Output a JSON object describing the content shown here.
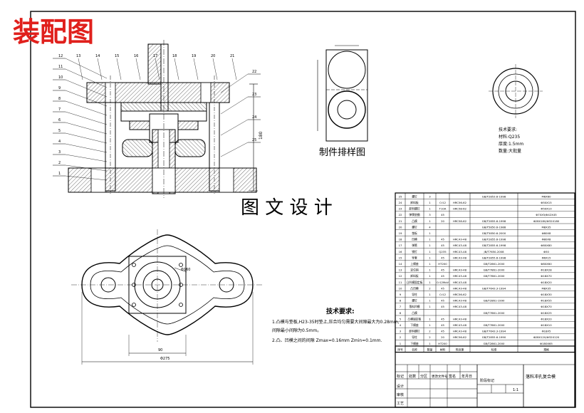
{
  "banner_title": "装配图",
  "center_caption": "图 文 设 计",
  "layout_caption": "制件排样图",
  "part_notes": [
    "技术要求:",
    "材料:Q235",
    "厚度:1.5mm",
    "数量:大批量"
  ],
  "tech_requirements": {
    "title": "技术要求:",
    "lines": [
      "1.凸模与垫板,H23-35时垫上,压合均匀需要大间隙最大为0.28mm,",
      "间隙最小间隙为0.5mm。",
      "2.凸、凹模之间的间隙 Zmax=0.16mm Zmin=0.1mm."
    ]
  },
  "bom_rows": [
    [
      "25",
      "螺钉",
      "3",
      "",
      "",
      "GB/T2853.6-1998",
      "M6X60"
    ],
    [
      "24",
      "卸料板",
      "1",
      "Cr12",
      "HRC56-62",
      "",
      "Φ50X15"
    ],
    [
      "23",
      "卸料螺钉",
      "1",
      "T10A",
      "HRC58-62",
      "",
      "Φ50X10"
    ],
    [
      "22",
      "弹簧垫圈",
      "3",
      "45",
      "",
      "",
      "Φ70X5/Φ42X45"
    ],
    [
      "21",
      "凸模",
      "1",
      "20",
      "HRC58-62",
      "GB/T2855.6-1998",
      "Φ28X180/Φ32X180"
    ],
    [
      "20",
      "螺钉",
      "4",
      "",
      "",
      "GB/T5850.6-1988",
      "M8X35"
    ],
    [
      "19",
      "垫板",
      "1",
      "",
      "",
      "GB/T5850.6-2000",
      "Φ80X8"
    ],
    [
      "18",
      "凹模",
      "1",
      "45",
      "HRC43-48",
      "GB/T2855.6-1998",
      "Φ80X8"
    ],
    [
      "17",
      "弹簧",
      "1",
      "45",
      "HRC43-48",
      "GB/T2855.6-1998",
      "Φ80X80"
    ],
    [
      "16",
      "销钉",
      "1",
      "Q235",
      "HRC43-48",
      "JB/T7650-2008",
      "Φ50"
    ],
    [
      "15",
      "导套",
      "1",
      "45",
      "HRC43-48",
      "GB/T2855.6-1998",
      "Φ6X15"
    ],
    [
      "14",
      "上模座",
      "1",
      "HT200",
      "",
      "GB/T2861-2000",
      "Φ80X60"
    ],
    [
      "13",
      "定位销",
      "1",
      "45",
      "HRC43-48",
      "GB/T7861-2000",
      "Φ18X28"
    ],
    [
      "12",
      "卸料板",
      "1",
      "45",
      "HRC43-48",
      "GB/T7861-2000",
      "Φ18X70"
    ],
    [
      "11",
      "凸凹模固定板",
      "1",
      "Cr12MoV",
      "HRC43-48",
      "",
      "Φ18X20"
    ],
    [
      "10",
      "凸凹模",
      "2",
      "45",
      "HRC43-48",
      "GB/T7643.3-1994",
      "M8X35"
    ],
    [
      "9",
      "导柱",
      "1",
      "Cr12",
      "HRC56-62",
      "",
      "Φ18X30"
    ],
    [
      "8",
      "螺钉",
      "1",
      "45",
      "HRC43-48",
      "GB/T2861-1990",
      "Φ18X55"
    ],
    [
      "7",
      "落料凹模",
      "1",
      "45",
      "HRC43-48",
      "",
      "Φ18X70"
    ],
    [
      "6",
      "凸模",
      "",
      "",
      "",
      "GB/T7861-2000",
      "Φ18X25"
    ],
    [
      "5",
      "凸模固定板",
      "1",
      "45",
      "HRC43-48",
      "",
      "Φ18X20"
    ],
    [
      "4",
      "下模座",
      "1",
      "45",
      "HRC43-48",
      "GB/T7861-2000",
      "Φ18X10"
    ],
    [
      "3",
      "卸料螺钉",
      "2",
      "45",
      "HRC43-48",
      "GB/T7643.3-1994",
      "Φ18X5"
    ],
    [
      "2",
      "导柱",
      "2",
      "20",
      "HRC56-62",
      "GB/T2855.6-1990",
      "Φ28X120/Φ32X120"
    ],
    [
      "1",
      "下模座",
      "1",
      "HT200",
      "",
      "GB/T2861-2000",
      "Φ180X65"
    ]
  ],
  "bom_header": [
    "序号",
    "名称",
    "数量",
    "材料",
    "热处理",
    "标准",
    "规格"
  ],
  "title_block": {
    "drawing_name": "落料冲孔复合模",
    "scale": "1:1",
    "signature_labels": [
      "标记",
      "处数",
      "分区",
      "更改文件号",
      "签名",
      "年月日"
    ],
    "row_labels": [
      "设计",
      "审核",
      "工艺"
    ],
    "stage_label": "阶段标记"
  },
  "part_numbers_left": [
    "12",
    "11",
    "10",
    "9",
    "8",
    "7",
    "6",
    "5",
    "4",
    "3",
    "2",
    "1"
  ],
  "part_numbers_top": [
    "13",
    "14",
    "15",
    "16",
    "17",
    "18",
    "19",
    "20",
    "21"
  ],
  "part_numbers_right": [
    "22",
    "23",
    "24",
    "25"
  ],
  "dims": {
    "plan_width": "Φ275",
    "plan_inner": "90",
    "hole_note": "Φ160",
    "part_height": "180"
  },
  "colors": {
    "banner": "#e0201c",
    "line": "#000000",
    "hatch": "#444444"
  }
}
